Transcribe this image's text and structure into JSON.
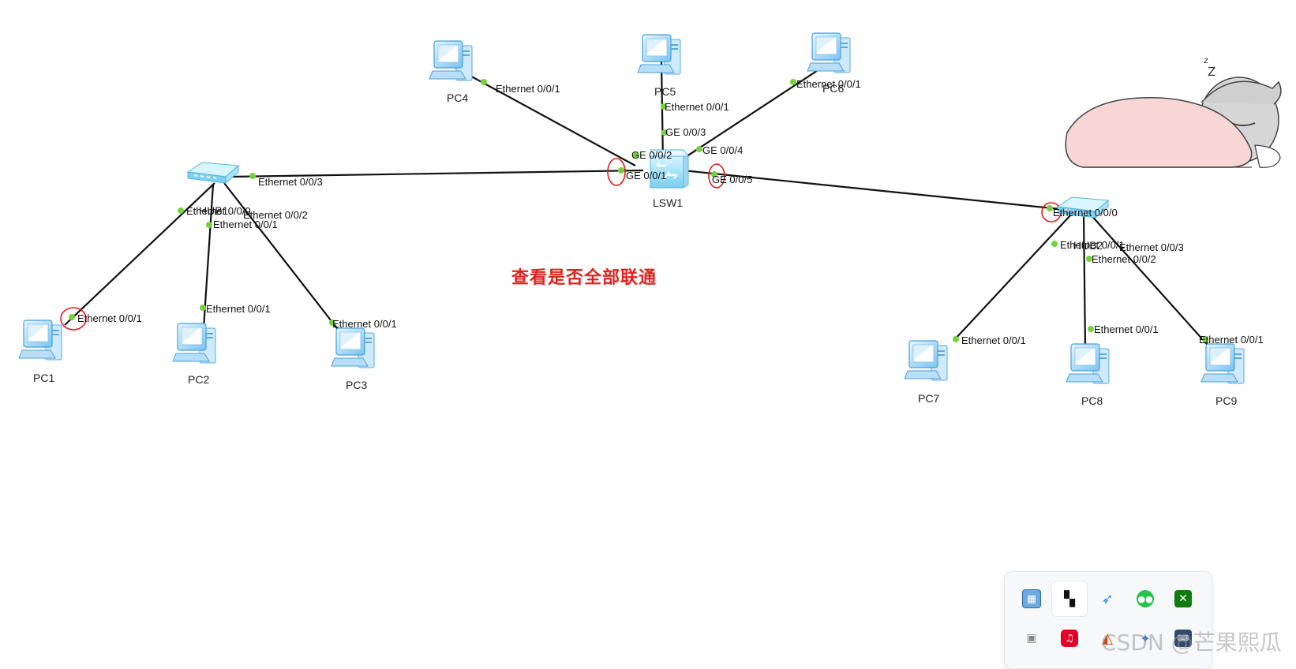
{
  "note": "查看是否全部联通",
  "watermark": "CSDN @芒果熙瓜",
  "devices": {
    "lsw1": "LSW1",
    "hub1": "HUB1",
    "hub2": "HUB2",
    "pc1": "PC1",
    "pc2": "PC2",
    "pc3": "PC3",
    "pc4": "PC4",
    "pc5": "PC5",
    "pc6": "PC6",
    "pc7": "PC7",
    "pc8": "PC8",
    "pc9": "PC9"
  },
  "ports": {
    "pc4_eth": "Ethernet 0/0/1",
    "pc5_eth": "Ethernet 0/0/1",
    "pc6_eth": "Ethernet 0/0/1",
    "lsw_ge1": "GE 0/0/1",
    "lsw_ge2": "GE 0/0/2",
    "lsw_ge3": "GE 0/0/3",
    "lsw_ge4": "GE 0/0/4",
    "lsw_ge5": "GE 0/0/5",
    "hub1_e3": "Ethernet 0/0/3",
    "hub1_e0": "Ethernet 0/0/0",
    "hub1_e1": "Ethernet 0/0/1",
    "hub1_e2": "Ethernet 0/0/2",
    "pc1_eth": "Ethernet 0/0/1",
    "pc2_eth": "Ethernet 0/0/1",
    "pc3_eth": "Ethernet 0/0/1",
    "hub2_e0": "Ethernet 0/0/0",
    "hub2_e1": "Ethernet 0/0/1",
    "hub2_e2": "Ethernet 0/0/2",
    "hub2_e3": "Ethernet 0/0/3",
    "pc7_eth": "Ethernet 0/0/1",
    "pc8_eth": "Ethernet 0/0/1",
    "pc9_eth": "Ethernet 0/0/1"
  },
  "tray_icons": [
    "app-settings-icon",
    "bookmark-app-icon",
    "feishu-icon",
    "wechat-icon",
    "xbox-icon",
    "video-app-icon",
    "netease-music-icon",
    "office-icon",
    "palette-app-icon",
    "keyboard-app-icon"
  ],
  "colors": {
    "link_dot": "#76d23c",
    "highlight_circle": "#e21b1b",
    "note": "#e0221d",
    "pc_blue": "#6fbff0",
    "hub_cyan": "#8fdcf5"
  }
}
